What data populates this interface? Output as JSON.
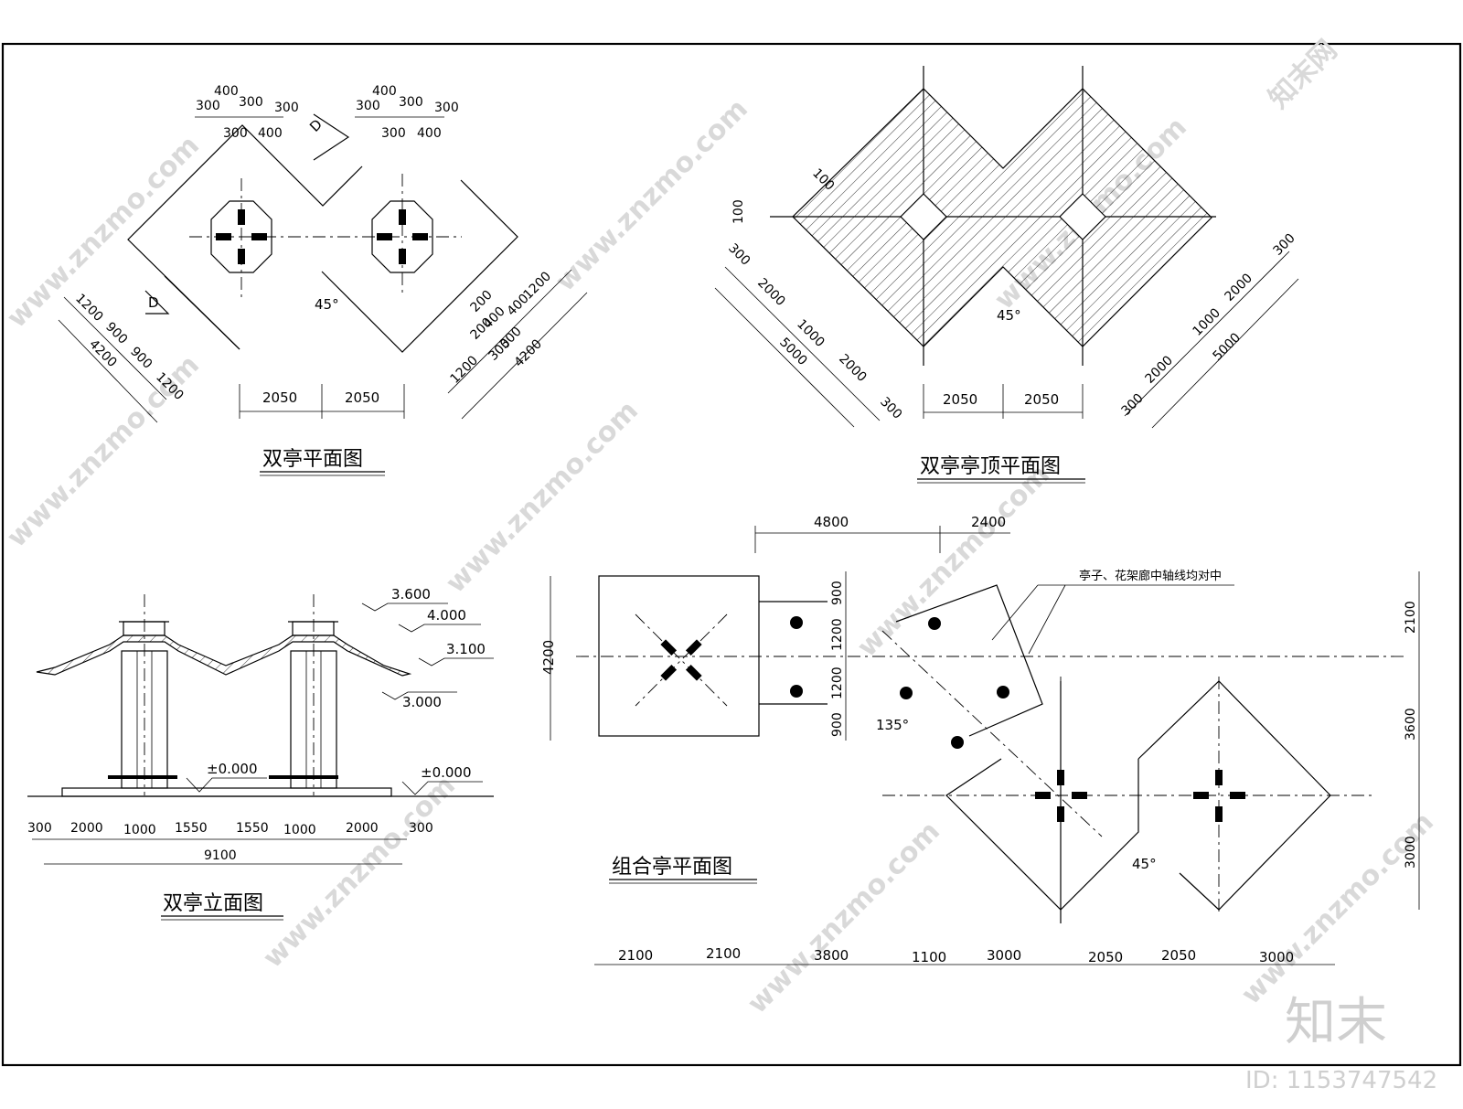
{
  "titles": {
    "plan": "双亭平面图",
    "roof_plan": "双亭亭顶平面图",
    "elevation": "双亭立面图",
    "combo_plan": "组合亭平面图"
  },
  "note": "亭子、花架廊中轴线均对中",
  "watermark": {
    "brand": "知末",
    "id": "ID: 1153747542",
    "site": "www.znzmo.com",
    "cn": "知末网"
  },
  "plan": {
    "top_left_dims": [
      "400",
      "300",
      "300",
      "300",
      "300",
      "400"
    ],
    "top_right_dims": [
      "400",
      "300",
      "300",
      "300",
      "300",
      "400"
    ],
    "section_mark": "D",
    "angle": "45°",
    "left_diag_dims": [
      "1200",
      "900",
      "900",
      "1200",
      "4200"
    ],
    "right_diag_dims": [
      "200",
      "200",
      "400",
      "300",
      "300",
      "400",
      "1200",
      "1200",
      "4200"
    ],
    "bottom_dims": [
      "2050",
      "2050"
    ]
  },
  "roof_plan": {
    "left_small": [
      "100",
      "100"
    ],
    "left_diag_dims": [
      "300",
      "2000",
      "1000",
      "2000",
      "300",
      "5000"
    ],
    "right_diag_dims": [
      "300",
      "2000",
      "1000",
      "2000",
      "300",
      "5000"
    ],
    "angle": "45°",
    "bottom_dims": [
      "2050",
      "2050"
    ]
  },
  "elevation": {
    "levels": [
      "3.600",
      "4.000",
      "3.100",
      "3.000",
      "±0.000",
      "±0.000"
    ],
    "bottom_dims": [
      "300",
      "2000",
      "1000",
      "1550",
      "1550",
      "1000",
      "2000",
      "300"
    ],
    "total": "9100"
  },
  "combo": {
    "top_dims": [
      "4800",
      "2400"
    ],
    "left_dim": "4200",
    "mid_dims": [
      "900",
      "1200",
      "1200",
      "900"
    ],
    "right_dims": [
      "2100",
      "3600",
      "3000"
    ],
    "angle_135": "135°",
    "angle_45": "45°",
    "bottom_dims": [
      "2100",
      "2100",
      "3800",
      "1100",
      "3000",
      "2050",
      "2050",
      "3000"
    ]
  }
}
